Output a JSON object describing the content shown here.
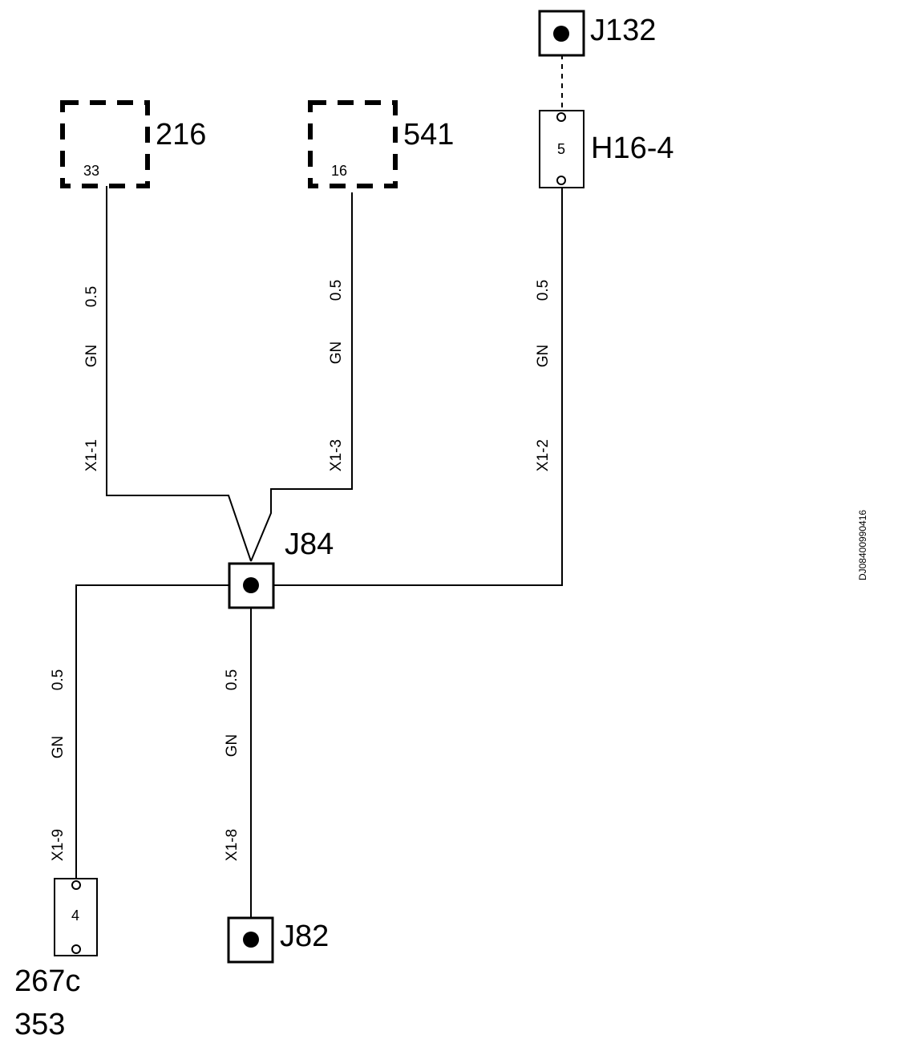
{
  "components": {
    "c216": {
      "label": "216",
      "pin": "33"
    },
    "c541": {
      "label": "541",
      "pin": "16"
    },
    "j132": {
      "label": "J132"
    },
    "h16_4": {
      "label": "H16-4",
      "pin": "5"
    },
    "j84": {
      "label": "J84"
    },
    "j82": {
      "label": "J82"
    },
    "c267c": {
      "label_line1": "267c",
      "label_line2": "353",
      "pin": "4"
    }
  },
  "wires": {
    "w1": {
      "size": "0.5",
      "color": "GN",
      "id": "X1-1"
    },
    "w3": {
      "size": "0.5",
      "color": "GN",
      "id": "X1-3"
    },
    "w2": {
      "size": "0.5",
      "color": "GN",
      "id": "X1-2"
    },
    "w9": {
      "size": "0.5",
      "color": "GN",
      "id": "X1-9"
    },
    "w8": {
      "size": "0.5",
      "color": "GN",
      "id": "X1-8"
    }
  },
  "drawing_code": "DJ08400990416"
}
